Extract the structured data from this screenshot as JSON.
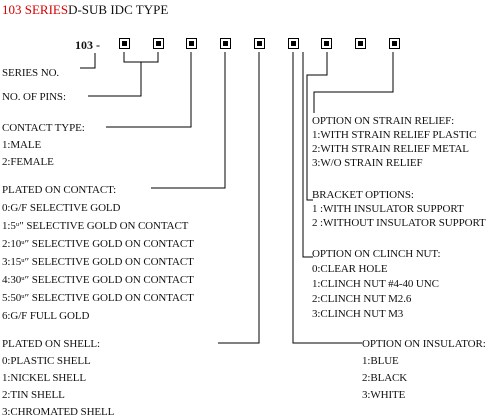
{
  "title": {
    "series": "103 SERIES",
    "rest": "D-SUB IDC TYPE"
  },
  "code": {
    "prefix": "103 -"
  },
  "series_no": {
    "label": "SERIES NO."
  },
  "no_of_pins": {
    "label": "NO. OF PINS:"
  },
  "contact_type": {
    "heading": "CONTACT TYPE:",
    "items": [
      "1:MALE",
      "2:FEMALE"
    ]
  },
  "plated_contact": {
    "heading": "PLATED ON CONTACT:",
    "items": [
      "0:G/F SELECTIVE GOLD",
      "1:5ᵘ″ SELECTIVE GOLD ON CONTACT",
      "2:10ᵘ″ SELECTIVE GOLD ON CONTACT",
      "3:15ᵘ″ SELECTIVE GOLD ON CONTACT",
      "4:30ᵘ″ SELECTIVE GOLD ON CONTACT",
      "5:50ᵘ″ SELECTIVE GOLD ON CONTACT",
      "6:G/F FULL GOLD"
    ]
  },
  "plated_shell": {
    "heading": "PLATED ON SHELL:",
    "items": [
      "0:PLASTIC SHELL",
      "1:NICKEL SHELL",
      "2:TIN SHELL",
      "3:CHROMATED SHELL"
    ]
  },
  "strain_relief": {
    "heading": "OPTION ON STRAIN RELIEF:",
    "items": [
      "1:WITH STRAIN RELIEF PLASTIC",
      "2:WITH STRAIN RELIEF METAL",
      "3:W/O STRAIN RELIEF"
    ]
  },
  "bracket": {
    "heading": "BRACKET OPTIONS:",
    "items": [
      "1 :WITH INSULATOR SUPPORT",
      "2 :WITHOUT INSULATOR SUPPORT"
    ]
  },
  "clinch_nut": {
    "heading": "OPTION ON CLINCH NUT:",
    "items": [
      "0:CLEAR HOLE",
      "1:CLINCH NUT #4-40 UNC",
      "2:CLINCH NUT M2.6",
      "3:CLINCH NUT M3"
    ]
  },
  "insulator": {
    "heading": "OPTION ON INSULATOR:",
    "items": [
      "1:BLUE",
      "2:BLACK",
      "3:WHITE"
    ]
  },
  "colors": {
    "title_accent": "#d40000",
    "line": "#000000"
  }
}
